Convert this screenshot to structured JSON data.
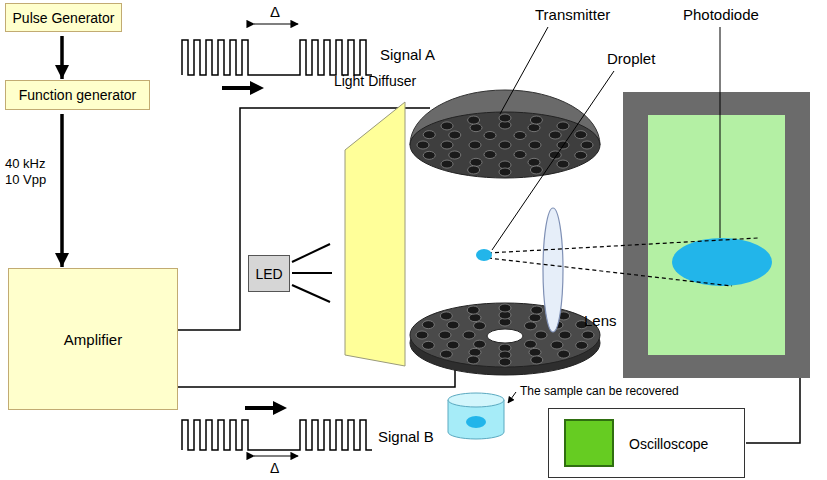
{
  "diagram": {
    "nodes": [
      {
        "text": [
          "Pulse Generator"
        ]
      },
      {
        "text": [
          "Function generator"
        ]
      },
      {
        "text": [
          "Amplifier"
        ]
      },
      {
        "text": [
          "LED"
        ]
      },
      {
        "text": [
          "Light Diffuser"
        ]
      },
      {
        "text": [
          "Oscilloscope"
        ]
      }
    ],
    "edges": [
      {
        "from": 0,
        "to": 1,
        "arrow": "to"
      },
      {
        "from": 1,
        "to": 2,
        "arrow": "to",
        "label": "40 kHz 10 Vpp"
      }
    ],
    "labels": [
      "Signal A",
      "Δ",
      "Transmitter",
      "Photodiode",
      "Droplet",
      "Lens",
      "The sample can be recovered",
      "Signal B",
      "Δ"
    ]
  }
}
